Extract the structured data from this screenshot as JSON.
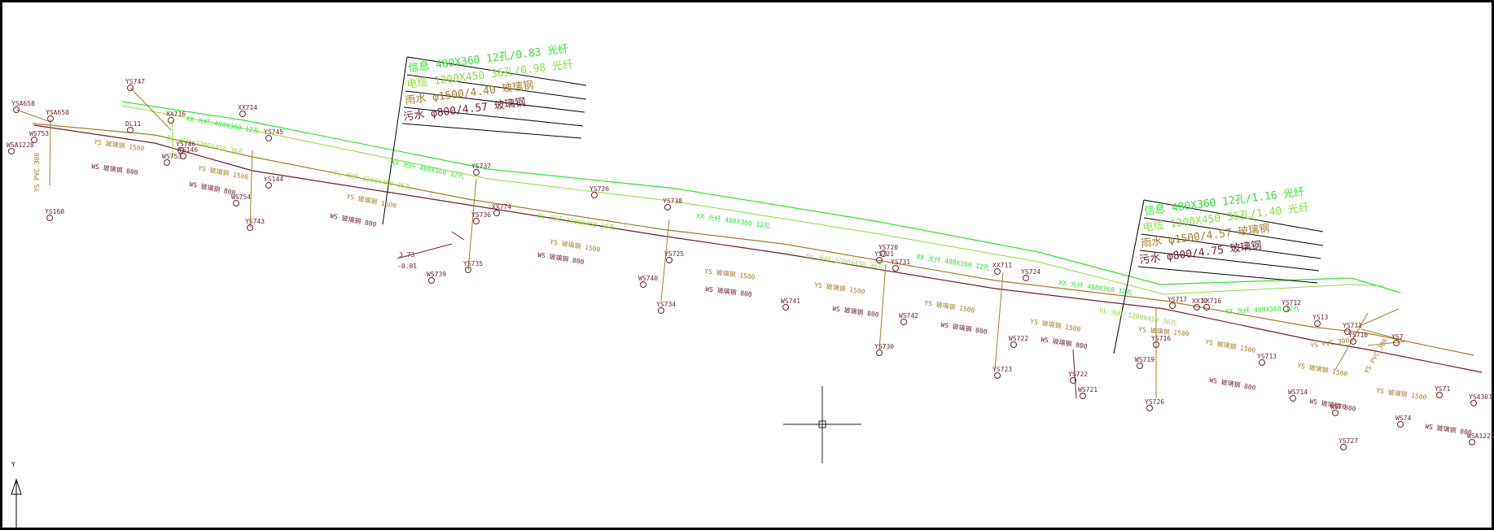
{
  "colors": {
    "comm": "#33e233",
    "power": "#8fdc3f",
    "rain": "#a07e2d",
    "sewage": "#6b1f2b",
    "frame": "#000000",
    "cursor": "#222222"
  },
  "tables": [
    {
      "rows": [
        "信息 480X360 12孔/0.83 光纤",
        "电缆 1200X450 36孔/0.98 光纤",
        "雨水 φ1500/4.40 玻璃钢",
        "污水 φ800/4.57 玻璃钢"
      ]
    },
    {
      "rows": [
        "信息 480X360 12孔/1.16 光纤",
        "电缆 1200X450 36孔/1.40 光纤",
        "雨水 φ1500/4.57 玻璃钢",
        "污水 φ800/4.75 玻璃钢"
      ]
    }
  ],
  "pipe_labels": {
    "rain": [
      "YS 玻璃钢 1500",
      "YS 玻璃钢 1500",
      "YS 玻璃钢 1500",
      "YS 玻璃钢 1500",
      "YS 玻璃钢 1500",
      "YS 玻璃钢 1500",
      "YS 玻璃钢 1500",
      "YS 玻璃钢 1500",
      "YS 玻璃钢 1500",
      "YS 玻璃钢 1500",
      "YS 玻璃钢 1500",
      "YS 玻璃钢 1500",
      "YS PVC 300",
      "YS PVC 300",
      "YS PVC 300"
    ],
    "sewage": [
      "WS 玻璃钢 800",
      "WS 玻璃钢 800",
      "WS 玻璃钢 800",
      "WS 玻璃钢 800",
      "WS 玻璃钢 800",
      "WS 玻璃钢 800",
      "WS 玻璃钢 800",
      "WS 玻璃钢 800",
      "WS 玻璃钢 800",
      "WS 玻璃钢 800",
      "WS 玻璃钢 800"
    ],
    "power": [
      "DL 光纤 1200X450 36孔",
      "DL 光纤 1200X450 36孔",
      "DL 光纤 1200X450 36孔",
      "DL 光纤 1200X450 36孔",
      "DL 光纤 1200X450 36孔"
    ],
    "comm": [
      "XX 光纤 480X360 12孔",
      "XX 光纤 480X360 12孔",
      "XX 光纤 480X360 12孔",
      "XX 光纤 480X360 12孔",
      "XX 光纤 480X360 12孔",
      "XX 光纤 480X360 12孔"
    ]
  },
  "nodes": [
    "YSA658",
    "YSA658",
    "WSA1228",
    "WS753",
    "YS747",
    "YS746",
    "YS745",
    "XX716",
    "XX714",
    "DL11",
    "WS753",
    "YS146",
    "YS144",
    "WS754",
    "YS743",
    "YS160",
    "YS737",
    "XX774",
    "YS736",
    "WS739",
    "YS735",
    "YS726",
    "YS738",
    "YS725",
    "WS740",
    "YS734",
    "YS721",
    "YS720",
    "WS741",
    "WS742",
    "YS730",
    "YS731",
    "XX711",
    "YS724",
    "WS722",
    "YS723",
    "WS721",
    "YS722",
    "YS716",
    "YS717",
    "WS719",
    "YS726",
    "XX17",
    "XX716",
    "YS713",
    "WS714",
    "YS712",
    "YS13",
    "YS711",
    "YS710",
    "YS7",
    "WS76",
    "YS727",
    "WS74",
    "YS71",
    "YS4301",
    "WSA1225"
  ],
  "elevation": {
    "top": "3.73",
    "bottom": "-0.81"
  },
  "ucs": {
    "axis": "Y"
  }
}
